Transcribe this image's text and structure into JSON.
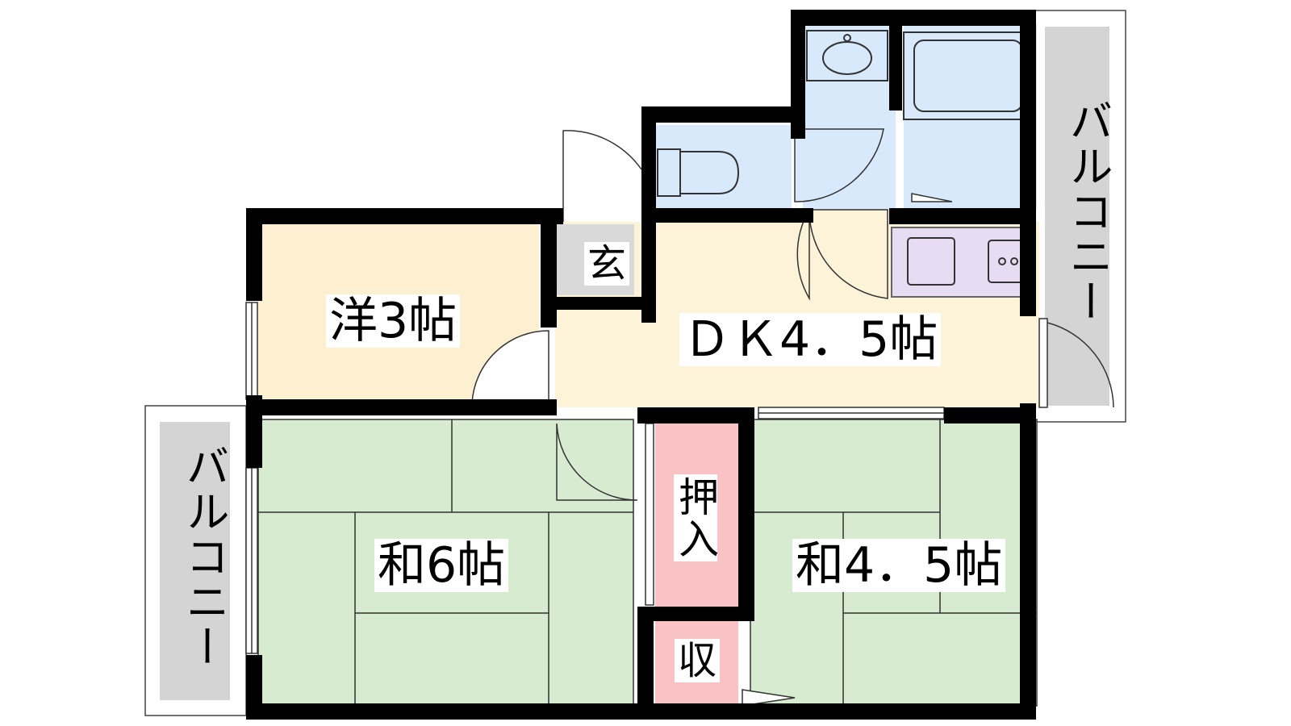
{
  "rooms": {
    "western": "洋3帖",
    "entrance": "玄",
    "dk": "ＤＫ4．5帖",
    "japanese_large": "和6帖",
    "japanese_small": "和4．5帖",
    "closet": "押入",
    "storage": "収"
  },
  "balconies": {
    "left": "バルコニー",
    "right": "バルコニー"
  },
  "colors": {
    "wall": "#000000",
    "western_floor": "#fdf0d0",
    "dk_floor": "#fdf3d8",
    "tatami": "#d6ebd0",
    "wet_area": "#d7e9fb",
    "kitchen": "#e8dcf3",
    "closet": "#f9c2c4",
    "entrance": "#d9d9d9",
    "balcony": "#d4d4d4"
  }
}
